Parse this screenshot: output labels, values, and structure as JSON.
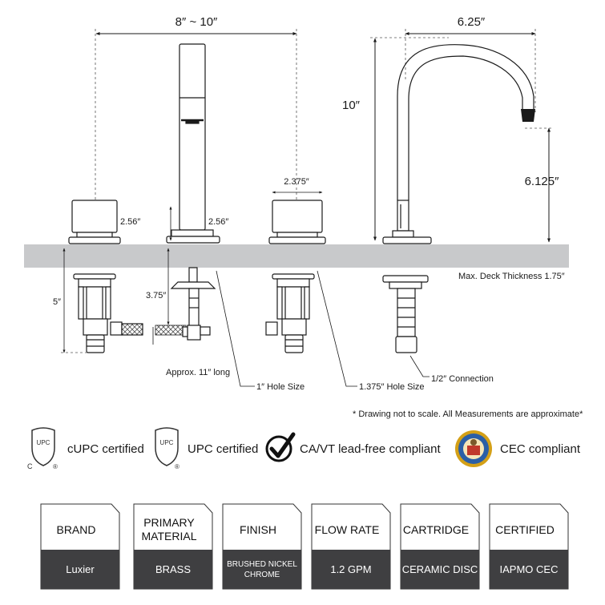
{
  "dimensions": {
    "spread": "8″ ~ 10″",
    "spout_reach": "6.25″",
    "spout_height": "10″",
    "spout_clearance": "6.125″",
    "handle_width": "2.375″",
    "handle_height_left": "2.56″",
    "handle_height_center": "2.56″",
    "below_deck_depth": "5″",
    "valve_offset": "3.75″",
    "deck_thickness": "Max. Deck Thickness 1.75″",
    "hose_length": "Approx. 11″ long",
    "hole_size_small": "1″ Hole Size",
    "hole_size_large": "1.375″ Hole Size",
    "connection": "1/2″ Connection"
  },
  "note": "* Drawing not to scale. All Measurements are approximate*",
  "certifications": [
    {
      "label": "cUPC certified",
      "icon": "cupc-shield-icon"
    },
    {
      "label": "UPC certified",
      "icon": "upc-shield-icon"
    },
    {
      "label": "CA/VT lead-free compliant",
      "icon": "checkmark-icon"
    },
    {
      "label": "CEC compliant",
      "icon": "cec-seal-icon"
    }
  ],
  "badge_text": {
    "upc": "UPC",
    "c": "C",
    "r": "®"
  },
  "specs": [
    {
      "title": "BRAND",
      "value": "Luxier"
    },
    {
      "title": "PRIMARY MATERIAL",
      "value": "BRASS"
    },
    {
      "title": "FINISH",
      "value": "BRUSHED NICKEL CHROME"
    },
    {
      "title": "FLOW RATE",
      "value": "1.2 GPM"
    },
    {
      "title": "CARTRIDGE",
      "value": "CERAMIC DISC"
    },
    {
      "title": "CERTIFIED",
      "value": "IAPMO CEC"
    }
  ],
  "colors": {
    "deck": "#c8c9cb",
    "card_dark": "#3f3f41",
    "line": "#1a1a1a",
    "seal_red": "#c0392b",
    "seal_gold": "#d4a017"
  }
}
